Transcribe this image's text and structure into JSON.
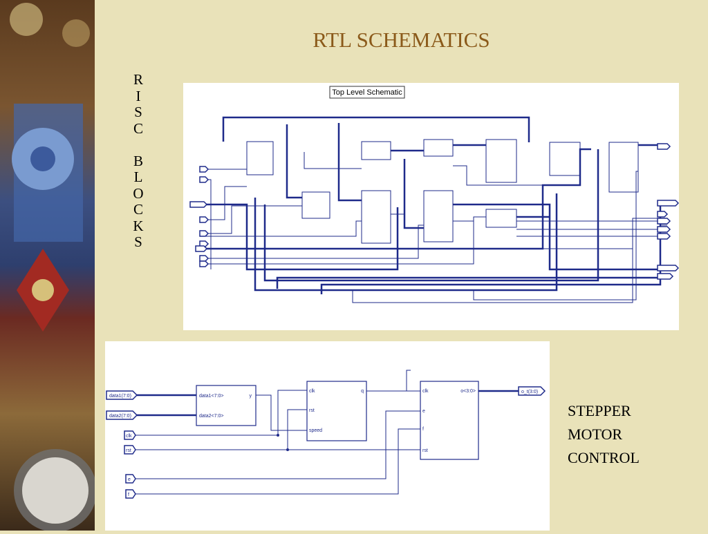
{
  "slide": {
    "title": "RTL SCHEMATICS",
    "side_label_letters": [
      "R",
      "I",
      "S",
      "C",
      "",
      "B",
      "L",
      "O",
      "C",
      "K",
      "S"
    ],
    "caption_lines": [
      "STEPPER",
      "MOTOR",
      "CONTROL"
    ]
  },
  "top_schematic": {
    "title": "Top Level Schematic"
  },
  "bottom_schematic": {
    "inputs": [
      "data1(7:0)",
      "data2(7:0)",
      "clk",
      "rst",
      "e",
      "f"
    ],
    "output": "o_t(3:0)",
    "block1": {
      "ports_in": [
        "data1<7:0>",
        "data2<7:0>"
      ],
      "port_out": "y"
    },
    "block2": {
      "ports_in": [
        "clk",
        "rst",
        "speed"
      ],
      "port_out": "q"
    },
    "block3": {
      "ports_in": [
        "clk",
        "e",
        "f",
        "rst"
      ],
      "port_out": "o<3:0>"
    }
  },
  "colors": {
    "background": "#e9e2b9",
    "title": "#8b5a1a",
    "wire": "#1e2a8a"
  }
}
